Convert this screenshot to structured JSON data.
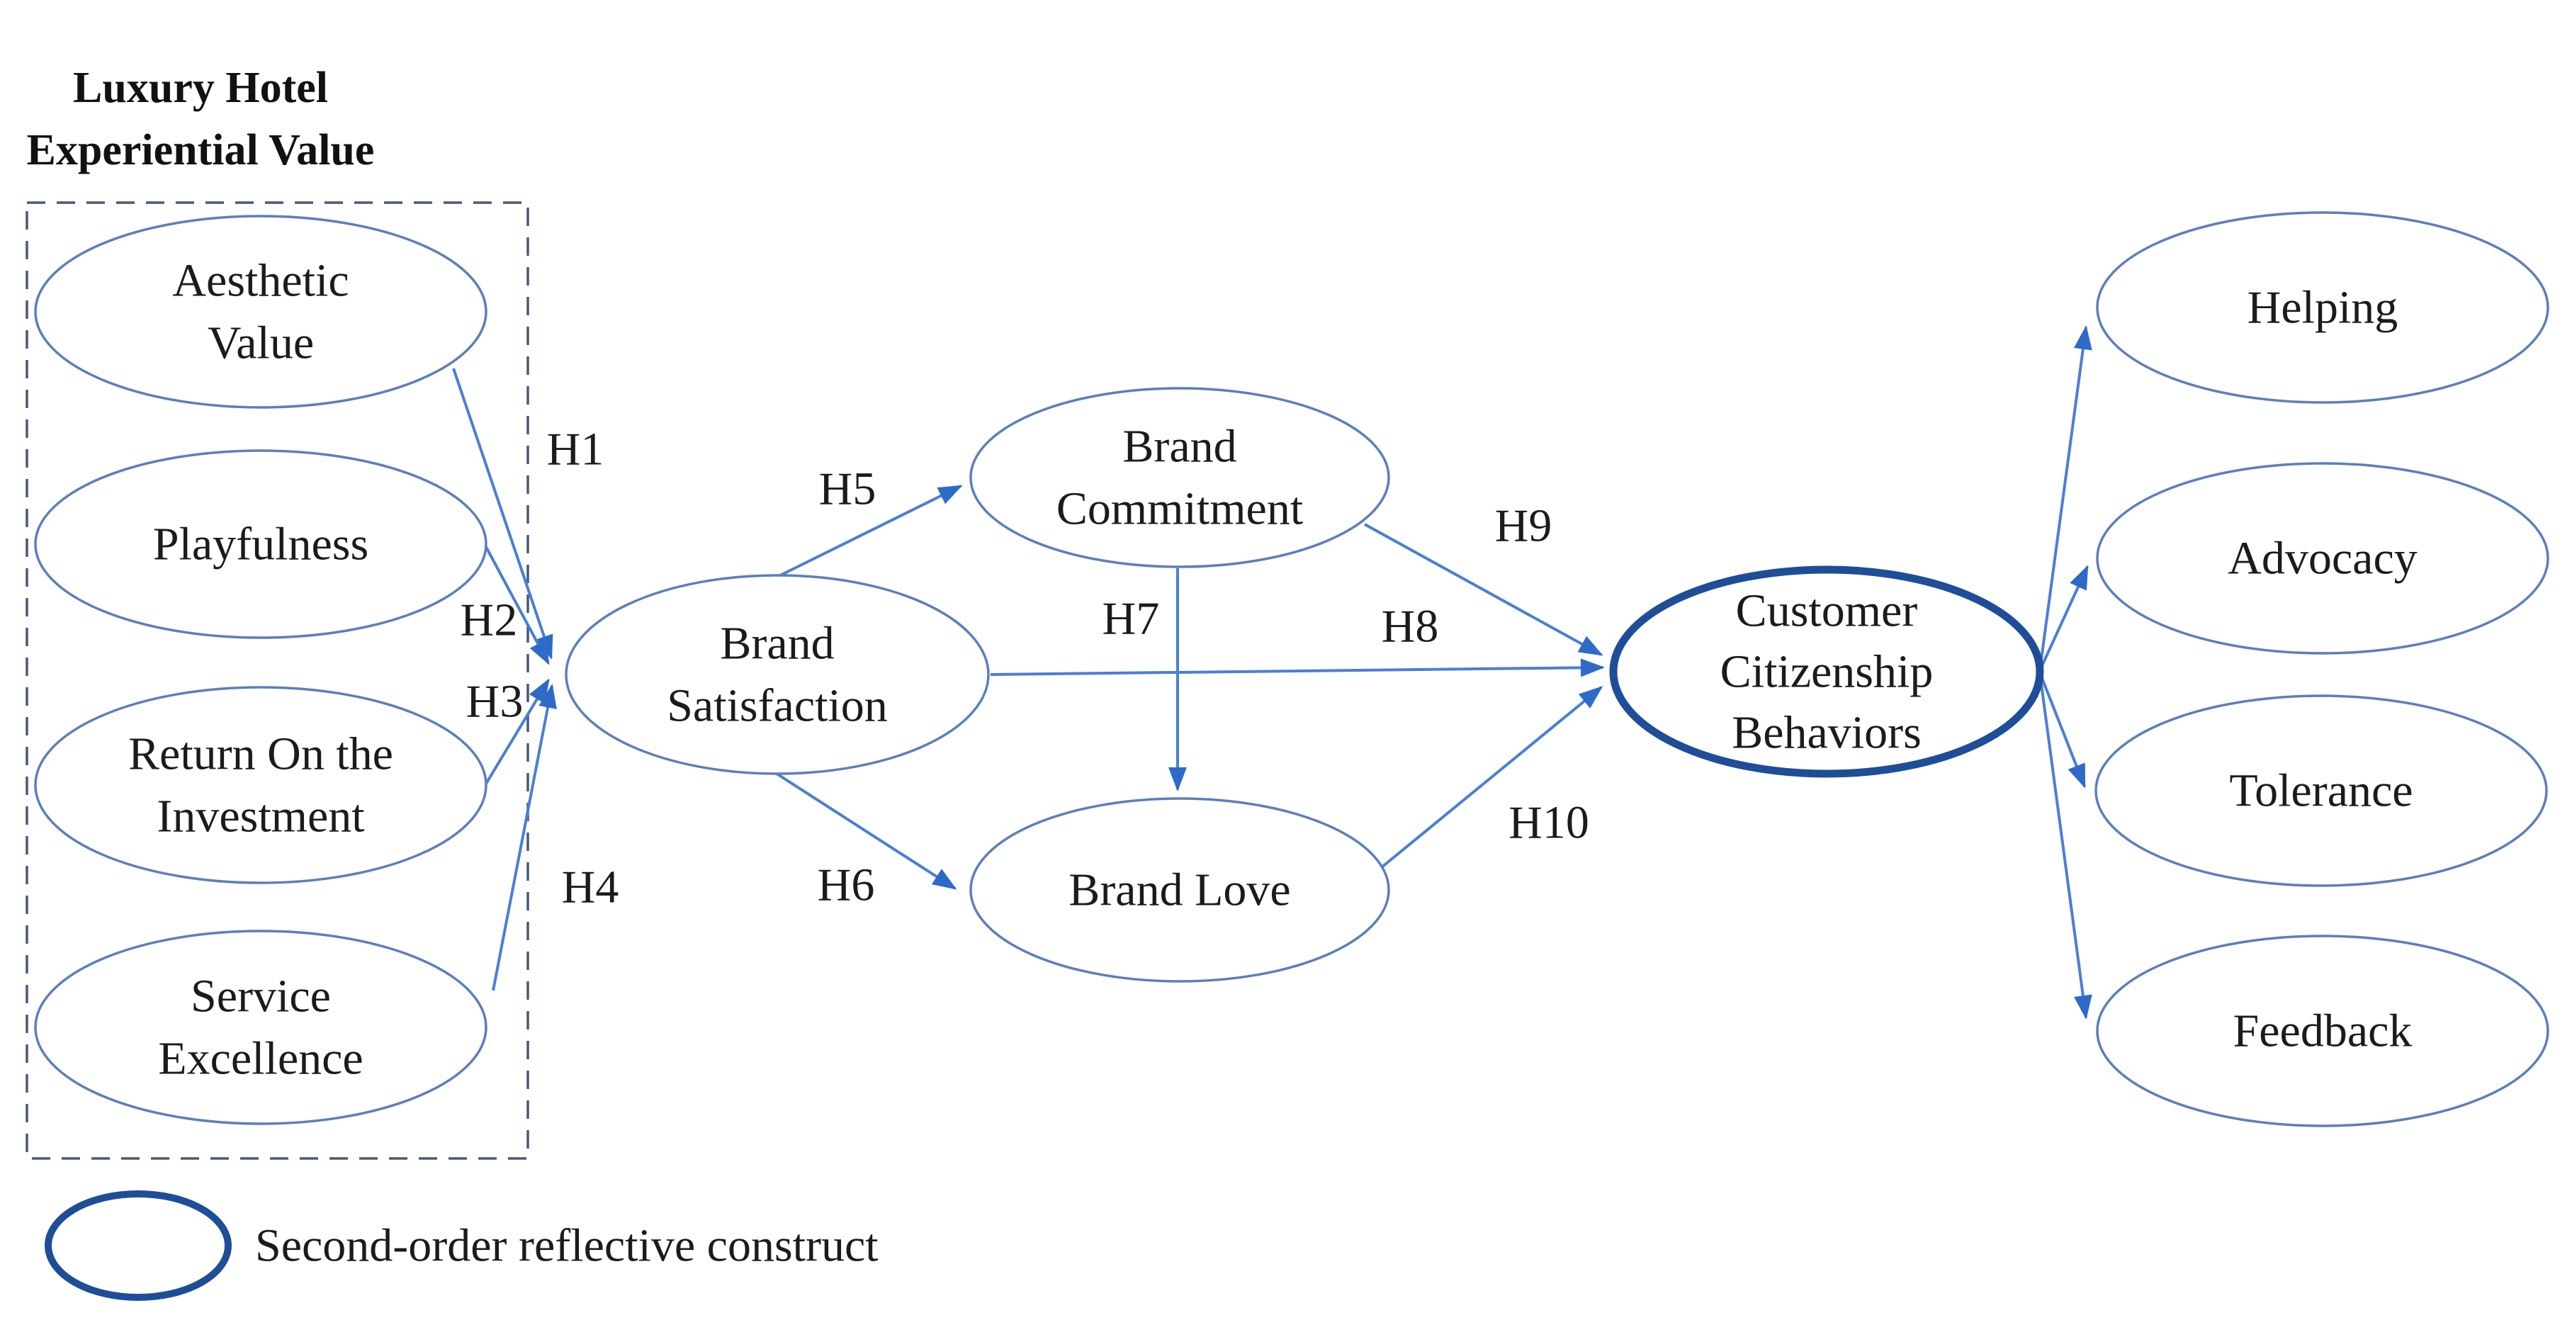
{
  "title": {
    "lines": [
      "Luxury Hotel",
      "Experiential Value"
    ]
  },
  "nodes": {
    "aesthetic_value": {
      "label_lines": [
        "Aesthetic",
        "Value"
      ]
    },
    "playfulness": {
      "label_lines": [
        "Playfulness"
      ]
    },
    "return_on_investment": {
      "label_lines": [
        "Return On the",
        "Investment"
      ]
    },
    "service_excellence": {
      "label_lines": [
        "Service",
        "Excellence"
      ]
    },
    "brand_satisfaction": {
      "label_lines": [
        "Brand",
        "Satisfaction"
      ]
    },
    "brand_commitment": {
      "label_lines": [
        "Brand",
        "Commitment"
      ]
    },
    "brand_love": {
      "label_lines": [
        "Brand Love"
      ]
    },
    "customer_citizenship_behaviors": {
      "label_lines": [
        "Customer",
        "Citizenship",
        "Behaviors"
      ],
      "second_order": true
    },
    "helping": {
      "label_lines": [
        "Helping"
      ]
    },
    "advocacy": {
      "label_lines": [
        "Advocacy"
      ]
    },
    "tolerance": {
      "label_lines": [
        "Tolerance"
      ]
    },
    "feedback": {
      "label_lines": [
        "Feedback"
      ]
    }
  },
  "hypothesis_labels": {
    "h1": "H1",
    "h2": "H2",
    "h3": "H3",
    "h4": "H4",
    "h5": "H5",
    "h6": "H6",
    "h7": "H7",
    "h8": "H8",
    "h9": "H9",
    "h10": "H10"
  },
  "legend": {
    "symbol": "second-order-ellipse",
    "text": "Second-order reflective construct"
  },
  "colors": {
    "background": "#ffffff",
    "node_stroke": "#5C7FBB",
    "edge_stroke": "#4A7FD4",
    "arrowhead_fill": "#2E6BC8",
    "second_order_stroke": "#1F4E98",
    "group_box_stroke": "#4A5878",
    "text": "#1b1b1b"
  }
}
